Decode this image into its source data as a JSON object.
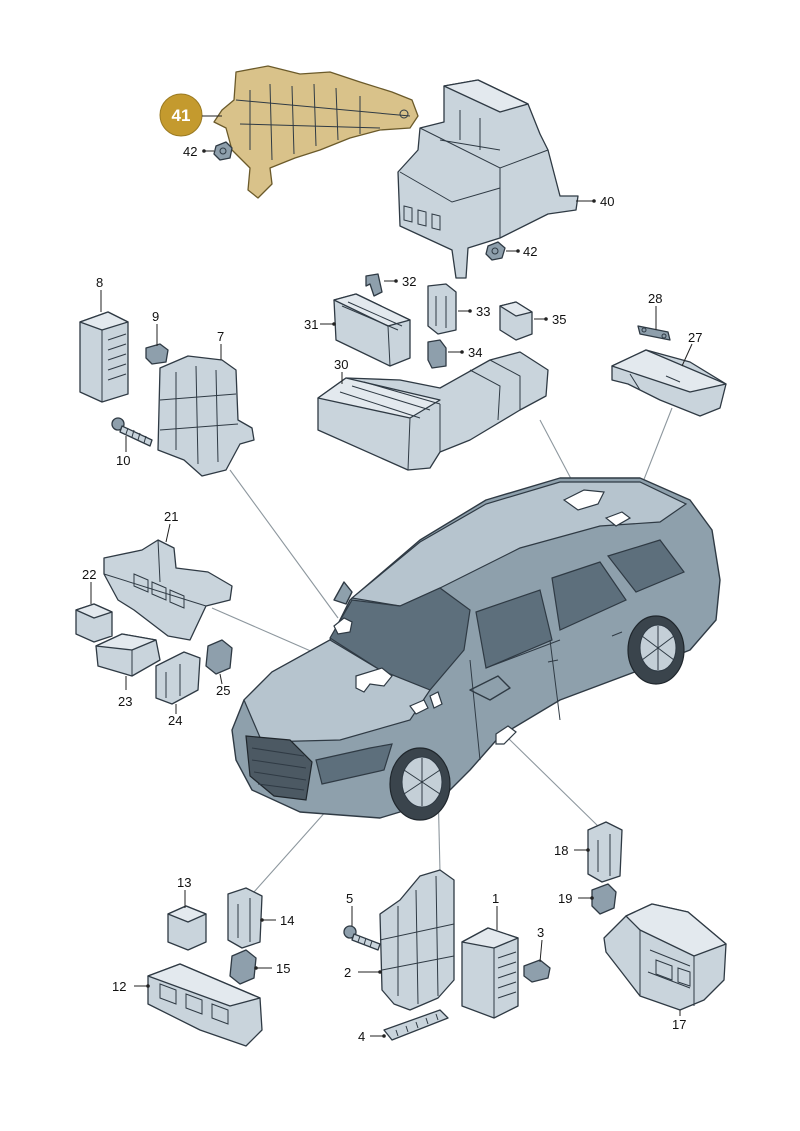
{
  "highlighted_part": "41",
  "labels": {
    "p1": "1",
    "p2": "2",
    "p3": "3",
    "p4": "4",
    "p5": "5",
    "p7": "7",
    "p8": "8",
    "p9": "9",
    "p10": "10",
    "p12": "12",
    "p13": "13",
    "p14": "14",
    "p15": "15",
    "p17": "17",
    "p18": "18",
    "p19": "19",
    "p21": "21",
    "p22": "22",
    "p23": "23",
    "p24": "24",
    "p25": "25",
    "p27": "27",
    "p28": "28",
    "p30": "30",
    "p31": "31",
    "p32": "32",
    "p33": "33",
    "p34": "34",
    "p35": "35",
    "p40": "40",
    "p41": "41",
    "p42a": "42",
    "p42b": "42"
  },
  "colors": {
    "highlight": "#c49a2e",
    "part_fill": "#c9d4dc",
    "car_body": "#8ea0ac"
  }
}
